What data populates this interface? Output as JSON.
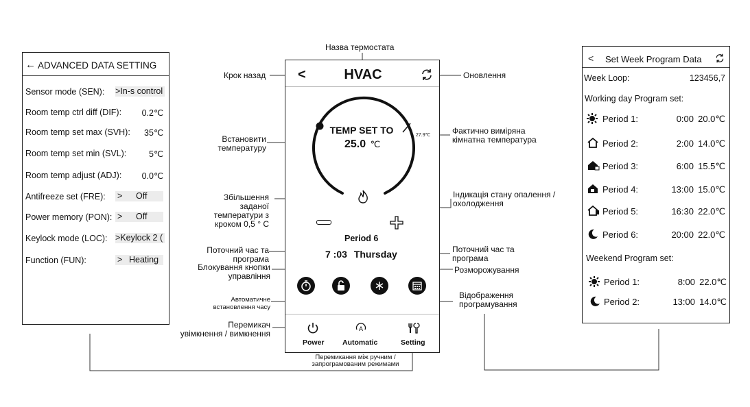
{
  "annotations": {
    "title_name": "Назва термостата",
    "back": "Крок назад",
    "refresh": "Оновлення",
    "set_temp": [
      "Встановити",
      "температуру"
    ],
    "measured_temp": [
      "Фактично виміряна",
      "кімнатна температура"
    ],
    "heat_cool": [
      "Індикація стану опалення /",
      "охолодження"
    ],
    "increase": [
      "Збільшення",
      "заданої",
      "температури з",
      "кроком 0,5 ° С"
    ],
    "current_time_left": [
      "Поточний час та",
      "програма"
    ],
    "current_time_right": [
      "Поточний час та",
      "програма"
    ],
    "keylock": [
      "Блокування кнопки",
      "управління"
    ],
    "defrost": "Розморожування",
    "auto_time": [
      "Автоматичне",
      "встановлення часу"
    ],
    "schedule_display": [
      "Відображення",
      "програмування"
    ],
    "power_switch": [
      "Перемикач",
      "увімкнення / вимкнення"
    ],
    "mode_switch": [
      "Перемикання між ручним /",
      "запрограмованим режимами"
    ]
  },
  "advanced": {
    "title": "ADVANCED DATA SETTING",
    "back_arrow": "←",
    "rows": [
      {
        "label": "Sensor mode (SEN):",
        "value": ">In-s control"
      },
      {
        "label": "Room temp ctrl diff (DIF):",
        "value": "0.2℃"
      },
      {
        "label": "Room temp set max (SVH):",
        "value": "35℃"
      },
      {
        "label": "Room temp set min (SVL):",
        "value": "5℃"
      },
      {
        "label": "Room temp adjust (ADJ):",
        "value": "0.0℃"
      },
      {
        "label": "Antifreeze set (FRE):",
        "value_arrow": ">",
        "value": "Off"
      },
      {
        "label": "Power memory (PON):",
        "value_arrow": ">",
        "value": "Off"
      },
      {
        "label": "Keylock mode (LOC):",
        "value": ">Keylock 2 ("
      },
      {
        "label": "Function (FUN):",
        "value_arrow": ">",
        "value": "Heating"
      }
    ]
  },
  "phone": {
    "back": "<",
    "title": "HVAC",
    "refresh_icon": "refresh-icon",
    "temp_set_label": "TEMP SET TO",
    "temp_value": "25.0",
    "temp_unit": "℃",
    "measured_value": "27.9℃",
    "flame_icon": "flame-icon",
    "minus_icon": "minus-icon",
    "plus_icon": "plus-icon",
    "period": "Period 6",
    "time": "7 :03",
    "day": "Thursday",
    "buttons": [
      "timer-icon",
      "lock-icon",
      "defrost-icon",
      "calendar-icon"
    ],
    "tabs": [
      {
        "label": "Power",
        "icon": "power-icon"
      },
      {
        "label": "Automatic",
        "icon": "auto-icon"
      },
      {
        "label": "Setting",
        "icon": "tools-icon"
      }
    ]
  },
  "week": {
    "back": "<",
    "title": "Set Week Program Data",
    "loop_label": "Week Loop:",
    "loop_value": "123456,7",
    "working_title": "Working day Program set:",
    "working": [
      {
        "label": "Period 1:",
        "time": "0:00",
        "temp": "20.0℃",
        "icon": "sun-icon"
      },
      {
        "label": "Period 2:",
        "time": "2:00",
        "temp": "14.0℃",
        "icon": "house-leave-icon"
      },
      {
        "label": "Period 3:",
        "time": "6:00",
        "temp": "15.5℃",
        "icon": "house-return-icon"
      },
      {
        "label": "Period 4:",
        "time": "13:00",
        "temp": "15.0℃",
        "icon": "house-home-icon"
      },
      {
        "label": "Period 5:",
        "time": "16:30",
        "temp": "22.0℃",
        "icon": "house-arrive-icon"
      },
      {
        "label": "Period 6:",
        "time": "20:00",
        "temp": "22.0℃",
        "icon": "moon-icon"
      }
    ],
    "weekend_title": "Weekend Program set:",
    "weekend": [
      {
        "label": "Period 1:",
        "time": "8:00",
        "temp": "22.0℃",
        "icon": "sun-icon"
      },
      {
        "label": "Period 2:",
        "time": "13:00",
        "temp": "14.0℃",
        "icon": "moon-icon"
      }
    ]
  }
}
